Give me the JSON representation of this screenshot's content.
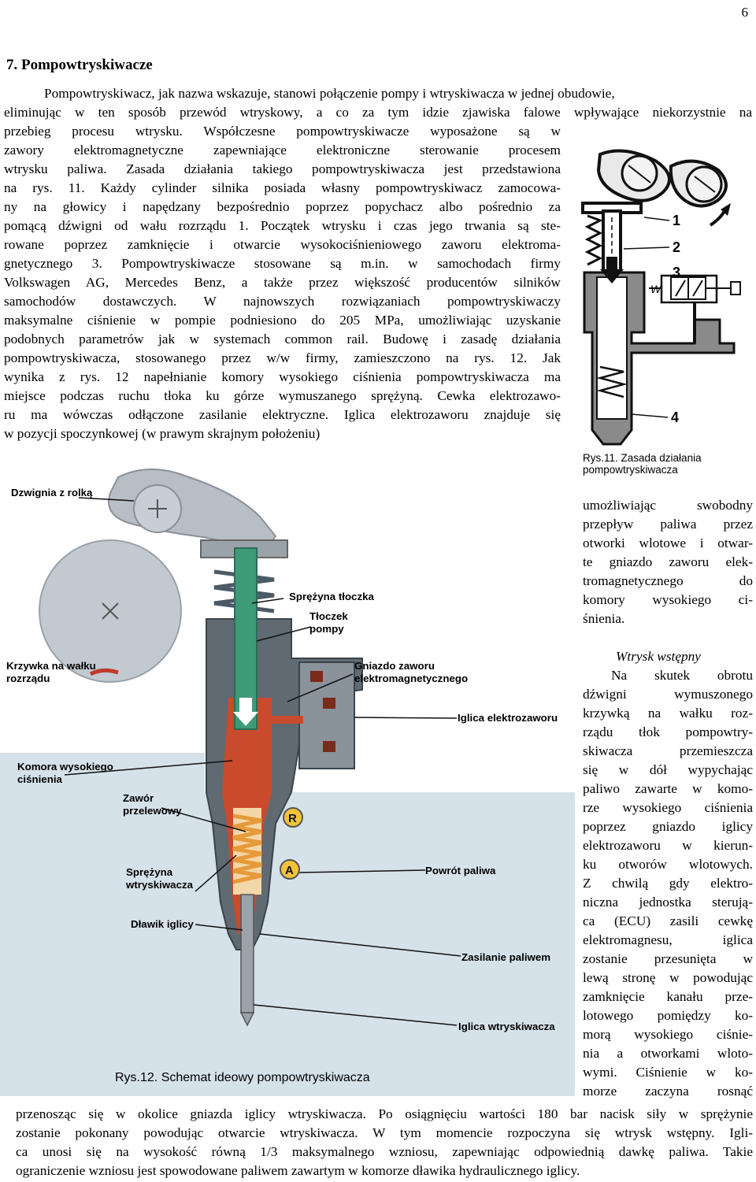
{
  "page": {
    "number": "6"
  },
  "heading": "7.  Pompowtryskiwacze",
  "body_lines": [
    "Pompowtryskiwacz, jak nazwa wskazuje, stanowi połączenie pompy i wtryskiwacza w jednej obudowie,",
    "eliminując w ten sposób przewód  wtryskowy, a co za tym idzie zjawiska falowe wpływające niekorzystnie na",
    "przebieg procesu wtrysku. Współczesne pompowtryskiwacze wyposażone są w",
    "zawory elektromagnetyczne zapewniające elektroniczne sterowanie procesem",
    "wtrysku paliwa. Zasada działania takiego pompowtryskiwacza jest przedstawiona",
    "na rys. 11.  Każdy cylinder silnika posiada własny pompowtryskiwacz zamocowa-",
    "ny na głowicy i napędzany bezpośrednio poprzez popychacz albo pośrednio za",
    "pomącą dźwigni od wału rozrządu 1. Początek wtrysku i czas jego trwania są ste-",
    "rowane poprzez zamknięcie i otwarcie wysokociśnieniowego zaworu elektroma-",
    "gnetycznego 3. Pompowtryskiwacze stosowane są m.in. w samochodach firmy",
    "Volkswagen AG, Mercedes Benz, a także przez większość producentów silników",
    "samochodów dostawczych. W najnowszych rozwiązaniach pompowtryskiwaczy",
    "maksymalne ciśnienie w pompie podniesiono do 205 MPa, umożliwiając uzyskanie",
    "podobnych parametrów jak w systemach common rail. Budowę i zasadę działania",
    "pompowtryskiwacza, stosowanego przez w/w firmy, zamieszczono na rys. 12. Jak",
    "wynika z rys. 12 napełnianie komory wysokiego ciśnienia pompowtryskiwacza ma",
    "miejsce podczas ruchu tłoka ku górze wymuszanego sprężyną. Cewka elektrozawo-",
    "ru ma wówczas odłączone zasilanie elektryczne. Iglica elektrozaworu  znajduje się",
    "w pozycji spoczynkowej (w prawym skrajnym położeniu)"
  ],
  "fig11": {
    "caption_line1": "Rys.11. Zasada działania",
    "caption_line2": "pompowtryskiwacza",
    "labels": {
      "n1": "1",
      "n2": "2",
      "n3": "3",
      "n4": "4",
      "w": "W"
    }
  },
  "right_column_1": [
    "umożliwiając swobodny",
    "przepływ paliwa przez",
    "otworki wlotowe i otwar-",
    "te gniazdo zaworu elek-",
    "tromagnetycznego do",
    "komory wysokiego ci-",
    "śnienia."
  ],
  "subheading": "Wtrysk wstępny",
  "right_column_2": [
    "Na skutek obrotu",
    "dźwigni wymuszonego",
    "krzywką na wałku roz-",
    "rządu tłok pompowtry-",
    "skiwacza przemieszcza",
    "się w dół wypychając",
    "paliwo zawarte w komo-",
    "rze wysokiego ciśnienia",
    "poprzez gniazdo iglicy",
    "elektrozaworu w kierun-",
    "ku otworów wlotowych.",
    "Z chwilą gdy elektro-",
    "niczna jednostka sterują-",
    "ca (ECU) zasili cewkę",
    "elektromagnesu, iglica",
    "zostanie przesunięta w",
    "lewą stronę w powodując",
    "zamknięcie kanału prze-",
    "lotowego pomiędzy ko-",
    "morą wysokiego ciśnie-",
    "nia a otworkami wloto-",
    "wymi. Ciśnienie w ko-",
    "morze zaczyna rosnąć"
  ],
  "bottom_lines": [
    "przenosząc się w okolice gniazda iglicy wtryskiwacza. Po osiągnięciu wartości 180 bar nacisk siły w sprężynie",
    "zostanie pokonany powodując otwarcie wtryskiwacza. W tym momencie rozpoczyna się wtrysk wstępny. Igli-",
    "ca unosi się na wysokość równą 1/3 maksymalnego wzniosu, zapewniając odpowiednią dawkę paliwa. Takie",
    "ograniczenie wzniosu jest spowodowane paliwem zawartym w komorze dławika hydraulicznego iglicy."
  ],
  "fig12": {
    "caption": "Rys.12. Schemat ideowy pompowtryskiwacza",
    "labels": {
      "dzwignia": "Dzwignia z rolką",
      "sprezyna_tloczka": "Sprężyna tłoczka",
      "tloczek1": "Tłoczek",
      "tloczek2": "pompy",
      "krzywka1": "Krzywka na wałku",
      "krzywka2": "rozrządu",
      "gniazdo1": "Gniazdo zaworu",
      "gniazdo2": "elektromagnetycznego",
      "iglica_elektro": "Iglica elektrozaworu",
      "komora1": "Komora wysokiego",
      "komora2": "ciśnienia",
      "zawor1": "Zawór",
      "zawor2": "przelewowy",
      "r": "R",
      "a": "A",
      "powrot": "Powrót paliwa",
      "sprezyna_wtr1": "Sprężyna",
      "sprezyna_wtr2": "wtryskiwacza",
      "dlawik": "Dławik iglicy",
      "zasilanie": "Zasilanie paliwem",
      "iglica_wtr": "Iglica wtryskiwacza"
    }
  },
  "colors": {
    "housing": "#d6e2ea",
    "block": "#b8bec6",
    "dark": "#606a72",
    "fuel_red": "#c94a2c",
    "plunger_green": "#3f9a78",
    "spring_orange": "#e79a3a",
    "dark_red": "#7a2a1a"
  }
}
